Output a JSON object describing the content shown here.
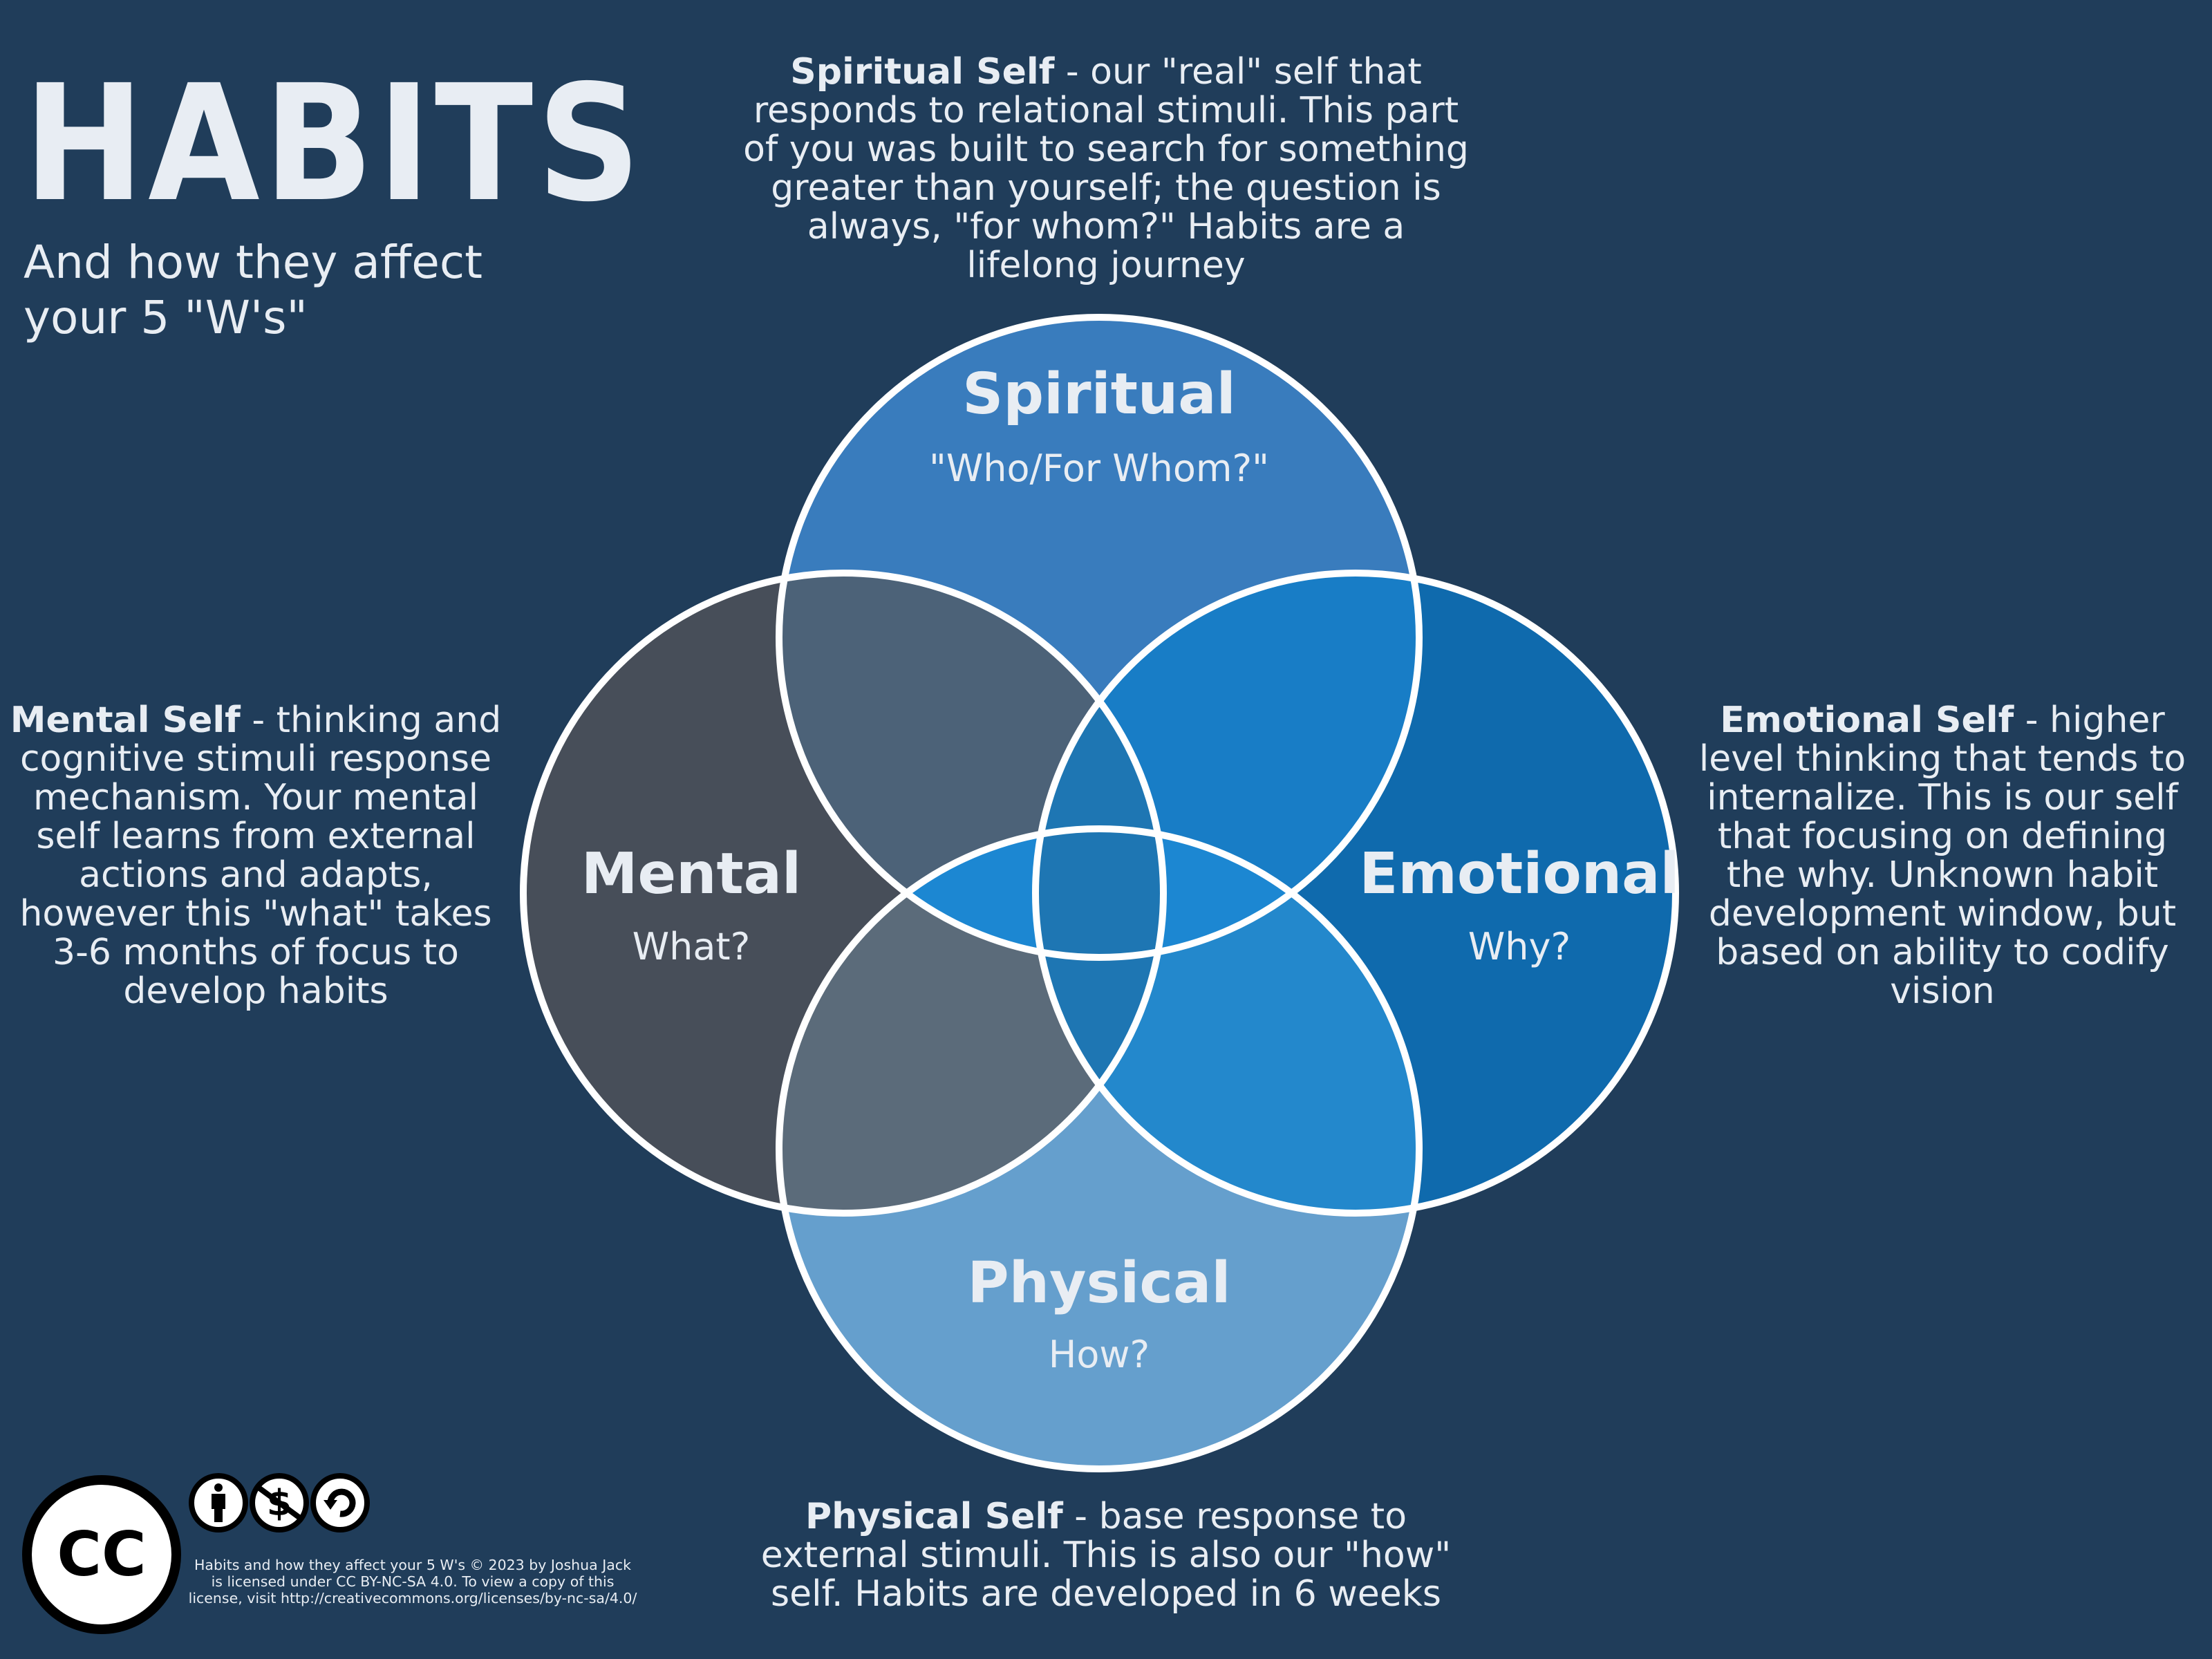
{
  "header": {
    "title": "HABITS",
    "subtitle_line1": "And how they affect",
    "subtitle_line2": "your 5 \"W's\""
  },
  "circles": [
    {
      "id": "spiritual",
      "label": "Spiritual",
      "question": "\"Who/For Whom?\"",
      "color": "#397cbd"
    },
    {
      "id": "mental",
      "label": "Mental",
      "question": "What?",
      "color": "#474e59"
    },
    {
      "id": "emotional",
      "label": "Emotional",
      "question": "Why?",
      "color": "#0f6aad"
    },
    {
      "id": "physical",
      "label": "Physical",
      "question": "How?",
      "color": "#659fcd"
    }
  ],
  "overlap_colors": {
    "spiritual_mental": "#4c6278",
    "spiritual_emotional": "#187dc6",
    "physical_mental": "#5b6b7a",
    "physical_emotional": "#2388cc",
    "mental_emotional": "#1e76b3",
    "spiritual_physical": "#1c87d2",
    "stroke": "#ffffff"
  },
  "descriptions": {
    "spiritual": {
      "heading": "Spiritual Self",
      "body": " - our \"real\" self that responds to relational stimuli.  This part of you was built to search for something greater than yourself; the question is always, \"for whom?\"  Habits are a lifelong journey"
    },
    "mental": {
      "heading": "Mental Self",
      "body": " - thinking and cognitive stimuli response mechanism.  Your mental self learns from external actions and adapts, however this \"what\" takes 3-6 months of focus to develop habits"
    },
    "emotional": {
      "heading": "Emotional Self",
      "body": " - higher level thinking that tends to internalize.  This is our self that focusing on defining the why.  Unknown habit development window, but based on ability to codify vision"
    },
    "physical": {
      "heading": "Physical Self",
      "body": " - base response to external stimuli.  This is also our \"how\" self.  Habits are developed in 6 weeks"
    }
  },
  "license": {
    "badge_text": "CC",
    "icons": [
      "attribution-icon",
      "noncommercial-icon",
      "sharealike-icon"
    ],
    "text": "Habits and how they affect your 5 W's © 2023 by Joshua Jack is licensed under CC BY-NC-SA 4.0. To view a copy of this license, visit http://creativecommons.org/licenses/by-nc-sa/4.0/"
  },
  "theme": {
    "background": "#203d5a",
    "text": "#e8edf3"
  }
}
